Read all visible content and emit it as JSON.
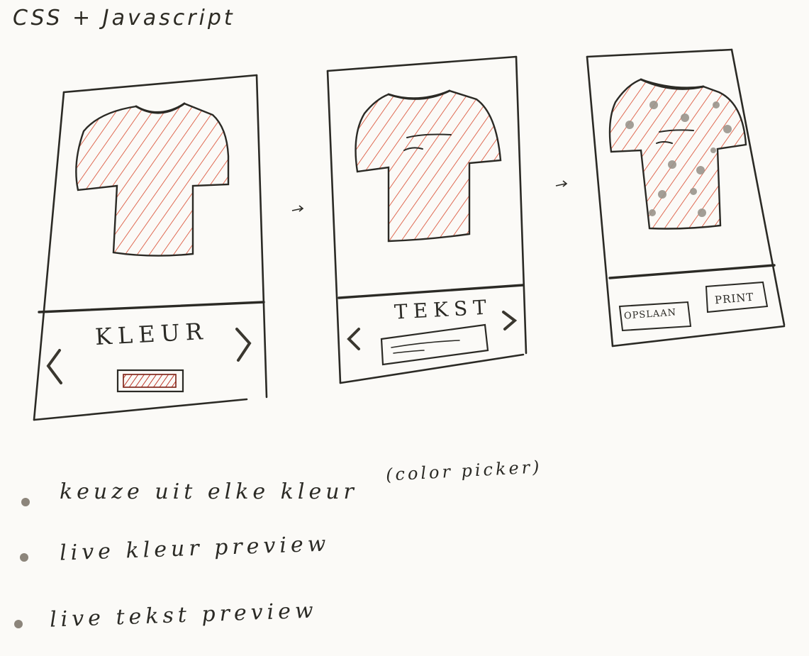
{
  "title": "CSS + Javascript",
  "panels": [
    {
      "label": "KLEUR",
      "prev_icon": "chevron-left-icon",
      "next_icon": "chevron-right-icon"
    },
    {
      "label": "TEKST",
      "prev_icon": "chevron-left-icon",
      "next_icon": "chevron-right-icon"
    },
    {
      "buttons": [
        "OPSLAAN",
        "PRINT"
      ]
    }
  ],
  "arrows": [
    "→",
    "→"
  ],
  "notes": [
    {
      "text": "keuze uit elke kleur",
      "aside": "(color picker)"
    },
    {
      "text": "live kleur preview"
    },
    {
      "text": "live tekst preview"
    }
  ],
  "colors": {
    "ink": "#2b2a25",
    "shirt_hatch": "#d9472b",
    "spot": "#9a958c",
    "paper": "#fbfaf7"
  }
}
